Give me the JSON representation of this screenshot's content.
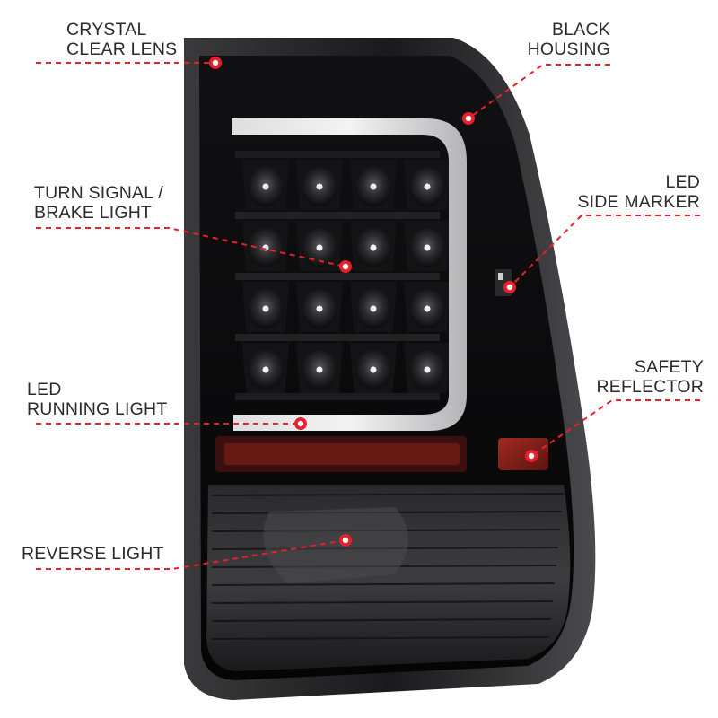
{
  "callouts": {
    "crystal_clear_lens": {
      "line1": "CRYSTAL",
      "line2": "CLEAR LENS"
    },
    "black_housing": {
      "line1": "BLACK",
      "line2": "HOUSING"
    },
    "turn_signal_brake": {
      "line1": "TURN SIGNAL /",
      "line2": "BRAKE LIGHT"
    },
    "led_side_marker": {
      "line1": "LED",
      "line2": "SIDE MARKER"
    },
    "led_running_light": {
      "line1": "LED",
      "line2": "RUNNING LIGHT"
    },
    "safety_reflector": {
      "line1": "SAFETY",
      "line2": "REFLECTOR"
    },
    "reverse_light": {
      "line1": "REVERSE LIGHT"
    }
  },
  "colors": {
    "callout_red": "#e8202a",
    "label_text": "#2b2b2b",
    "housing": "#0b0b0d",
    "reflector": "#8a1f1a"
  }
}
